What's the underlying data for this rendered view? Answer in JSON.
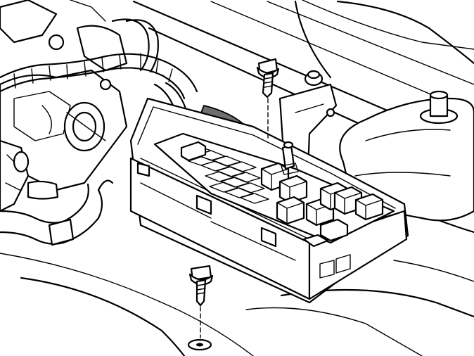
{
  "figure": {
    "background": "#ffffff",
    "line_color": "#000000",
    "accent_gray": "#6e6e6e",
    "parts": [
      {
        "id": "fuse-box",
        "icon": "relay-fuse-box"
      },
      {
        "id": "upper-bolt",
        "icon": "bolt"
      },
      {
        "id": "lower-bolt",
        "icon": "bolt"
      },
      {
        "id": "wiring-harness",
        "icon": "harness"
      },
      {
        "id": "strut-tower",
        "icon": "strut-mount"
      },
      {
        "id": "coolant-hoses",
        "icon": "hose"
      }
    ]
  }
}
